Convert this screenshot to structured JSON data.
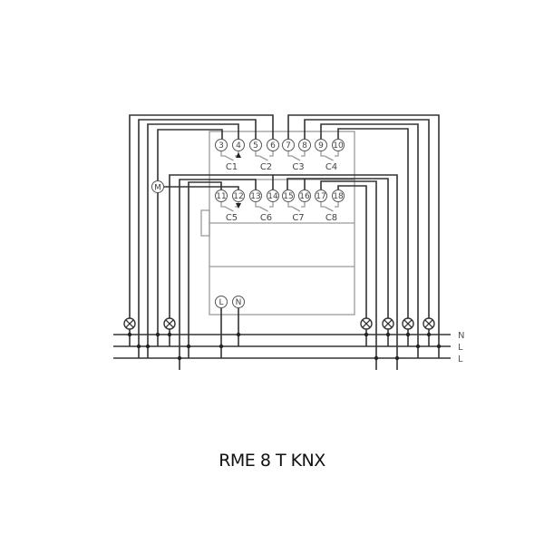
{
  "title": "RME 8 T KNX",
  "terminals_top": [
    "3",
    "4",
    "5",
    "6",
    "7",
    "8",
    "9",
    "10"
  ],
  "terminals_bottom": [
    "11",
    "12",
    "13",
    "14",
    "15",
    "16",
    "17",
    "18"
  ],
  "channels_top": [
    "C1",
    "C2",
    "C3",
    "C4"
  ],
  "channels_bottom": [
    "C5",
    "C6",
    "C7",
    "C8"
  ],
  "motor_label": "M",
  "supply_terminals": [
    "L",
    "N"
  ],
  "bus_labels": [
    "N",
    "L",
    "L"
  ]
}
